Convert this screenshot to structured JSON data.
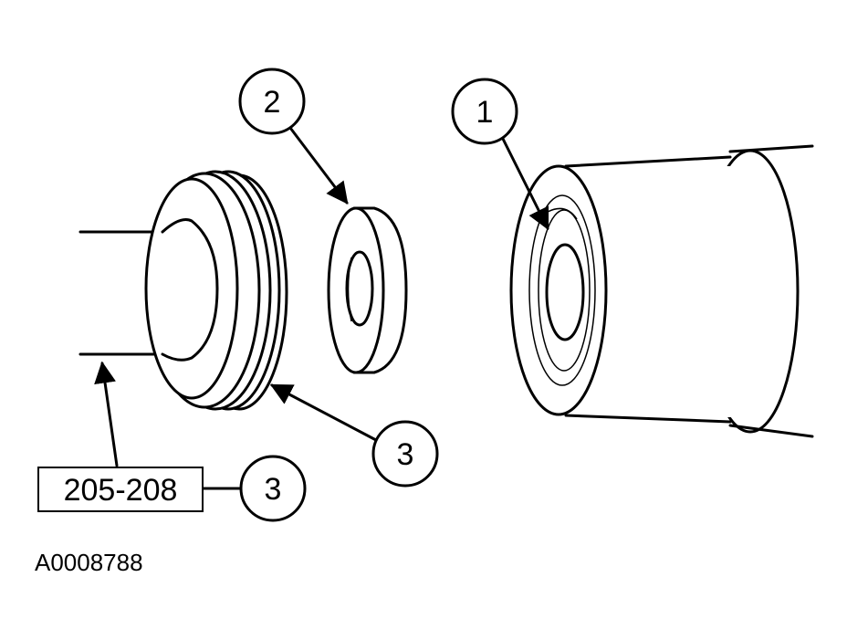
{
  "callouts": {
    "c1": "1",
    "c2": "2",
    "c3a": "3",
    "c3b": "3"
  },
  "tool_number": "205-208",
  "figure_id": "A0008788"
}
